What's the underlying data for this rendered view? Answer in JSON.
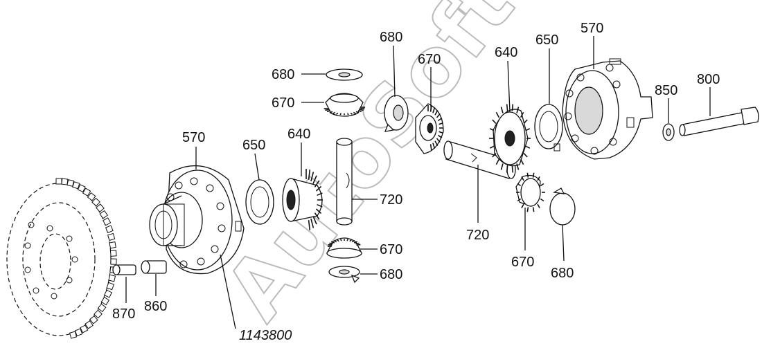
{
  "watermark": "AutoSoft",
  "reference_number": "1143800",
  "labels": {
    "left_case": "570",
    "left_thrust_washer": "650",
    "left_side_gear": "640",
    "top_pinion_washer": "680",
    "top_pinion_gear": "670",
    "short_pin": "720",
    "bottom_pinion_gear": "670",
    "bottom_pinion_washer": "680",
    "bushing_870": "870",
    "bushing_860": "860",
    "right_pinion_washer_top": "680",
    "right_pinion_gear_top": "670",
    "right_side_gear": "640",
    "right_thrust_washer": "650",
    "right_case": "570",
    "long_pin": "720",
    "right_pinion_gear_bottom": "670",
    "right_pinion_washer_bottom": "680",
    "washer_850": "850",
    "bolt_800": "800"
  }
}
